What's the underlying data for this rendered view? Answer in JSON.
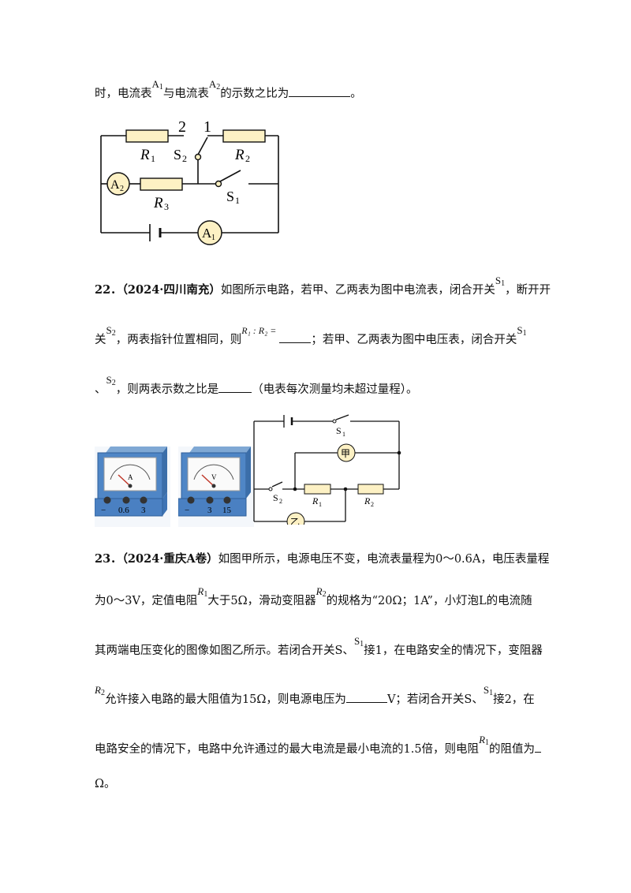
{
  "q21": {
    "line1_a": "时，电流表",
    "A1": "A",
    "A1_sub": "1",
    "line1_b": "与电流表",
    "A2": "A",
    "A2_sub": "2",
    "line1_c": "的示数之比为",
    "line1_end": "。",
    "figure": {
      "labels": {
        "n2": "2",
        "n1": "1",
        "R1": "R",
        "R1s": "1",
        "R2": "R",
        "R2s": "2",
        "R3": "R",
        "R3s": "3",
        "S2": "S",
        "S2s": "2",
        "S1": "S",
        "S1s": "1",
        "A2": "A",
        "A2s": "2",
        "A1": "A",
        "A1s": "1"
      }
    }
  },
  "q22": {
    "number": "22．",
    "source": "（2024·四川南充）",
    "l1": "如图所示电路，若甲、乙两表为图中电流表，闭合开关",
    "S1": "S",
    "S1s": "1",
    "l1_end": "，断开开",
    "l2_a": "关",
    "S2": "S",
    "S2s": "2",
    "l2_b": "，两表指针位置相同，则",
    "ratio": "R₁ : R₂ =",
    "l2_c": "；若甲、乙两表为图中电压表，闭合开关",
    "S1b": "S",
    "S1bs": "1",
    "l3_a": "、",
    "S2b": "S",
    "S2bs": "2",
    "l3_b": "，则两表示数之比是",
    "l3_c": "（电表每次测量均未超过量程）。",
    "ammeter": {
      "unit": "A",
      "minus": "−",
      "t1": "0.6",
      "t2": "3"
    },
    "voltmeter": {
      "unit": "V",
      "minus": "−",
      "t1": "3",
      "t2": "15"
    },
    "circuit": {
      "S1": "S",
      "S1s": "1",
      "jia": "甲",
      "S2": "S",
      "S2s": "2",
      "R1": "R",
      "R1s": "1",
      "R2": "R",
      "R2s": "2",
      "yi": "乙"
    }
  },
  "q23": {
    "number": "23．",
    "source": "（2024·重庆A卷）",
    "l1": "如图甲所示，电源电压不变，电流表量程为0～0.6A，电压表量程",
    "l2_a": "为0～3V，定值电阻",
    "R1": "R",
    "R1s": "1",
    "l2_b": "大于5Ω，滑动变阻器",
    "R2": "R",
    "R2s": "2",
    "l2_c": "的规格为“20Ω；1A”，小灯泡L的电流随",
    "l3_a": "其两端电压变化的图像如图乙所示。若闭合开关S、",
    "S1": "S",
    "S1s": "1",
    "l3_b": "接1，在电路安全的情况下，变阻器",
    "R2b": "R",
    "R2bs": "2",
    "l4_a": "允许接入电路的最大阻值为15Ω，则电源电压为",
    "l4_b": "V；若闭合开关S、",
    "S1b": "S",
    "S1bs": "1",
    "l4_c": "接2，在",
    "l5_a": "电路安全的情况下，电路中允许通过的最大电流是最小电流的1.5倍，则电阻",
    "R1b": "R",
    "R1bs": "1",
    "l5_b": "的阻值为",
    "l6": "Ω。"
  }
}
